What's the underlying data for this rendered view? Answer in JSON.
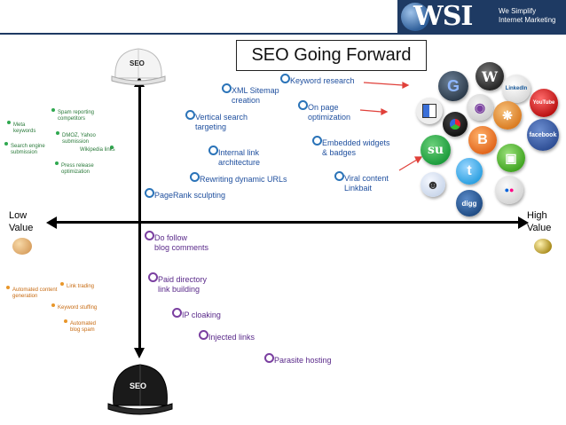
{
  "header": {
    "logo_text": "WSI",
    "tagline_line1": "We Simplify",
    "tagline_line2": "Internet Marketing"
  },
  "title": "SEO Going Forward",
  "axes": {
    "left_line1": "Low",
    "left_line2": "Value",
    "right_line1": "High",
    "right_line2": "Value"
  },
  "caps": {
    "white_label": "SEO",
    "black_label": "SEO"
  },
  "white_hat_items": [
    "Keyword research",
    "XML Sitemap",
    "creation",
    "On page",
    "optimization",
    "Vertical search",
    "targeting",
    "Internal link",
    "architecture",
    "Embedded widgets",
    "& badges",
    "Rewriting dynamic URLs",
    "Viral content",
    "Linkbait",
    "PageRank sculpting"
  ],
  "grey_hat_items": [
    "Do follow",
    "blog comments",
    "Paid directory",
    "link building",
    "IP cloaking",
    "Injected links",
    "Parasite hosting"
  ],
  "low_white_items": [
    "Spam reporting",
    "competitors",
    "Meta",
    "keywords",
    "DMOZ, Yahoo",
    "submission",
    "Search engine",
    "submission",
    "Wikipedia links",
    "Press release",
    "optimization"
  ],
  "low_black_items": [
    "Automated content",
    "generation",
    "Link trading",
    "Keyword stuffing",
    "Automated",
    "blog spam"
  ],
  "social_icons": {
    "linkedin": "LinkedIn",
    "youtube": "YouTube",
    "facebook": "facebook",
    "digg": "digg",
    "flickr": "flickr"
  },
  "colors": {
    "navy": "#1e3a63",
    "blue_text": "#1f4f9e",
    "purple_text": "#5a2a8a",
    "green_text": "#2a7a3a",
    "orange_text": "#c76a10",
    "arrow_red": "#e0403a"
  }
}
